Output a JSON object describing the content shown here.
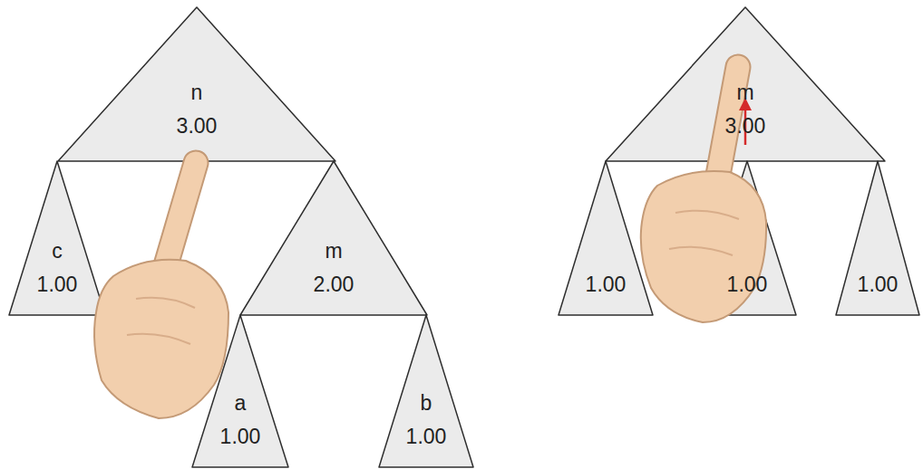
{
  "diagram": {
    "nodes": [
      {
        "text": [
          "n",
          "3.00"
        ]
      },
      {
        "text": [
          "c",
          "1.00"
        ]
      },
      {
        "text": [
          "m",
          "2.00"
        ]
      },
      {
        "text": [
          "a",
          "1.00"
        ]
      },
      {
        "text": [
          "b",
          "1.00"
        ]
      },
      {
        "text": [
          "m",
          "3.00"
        ]
      },
      {
        "text": [
          "1.00"
        ]
      },
      {
        "text": [
          "1.00"
        ]
      },
      {
        "text": [
          "1.00"
        ]
      }
    ]
  }
}
